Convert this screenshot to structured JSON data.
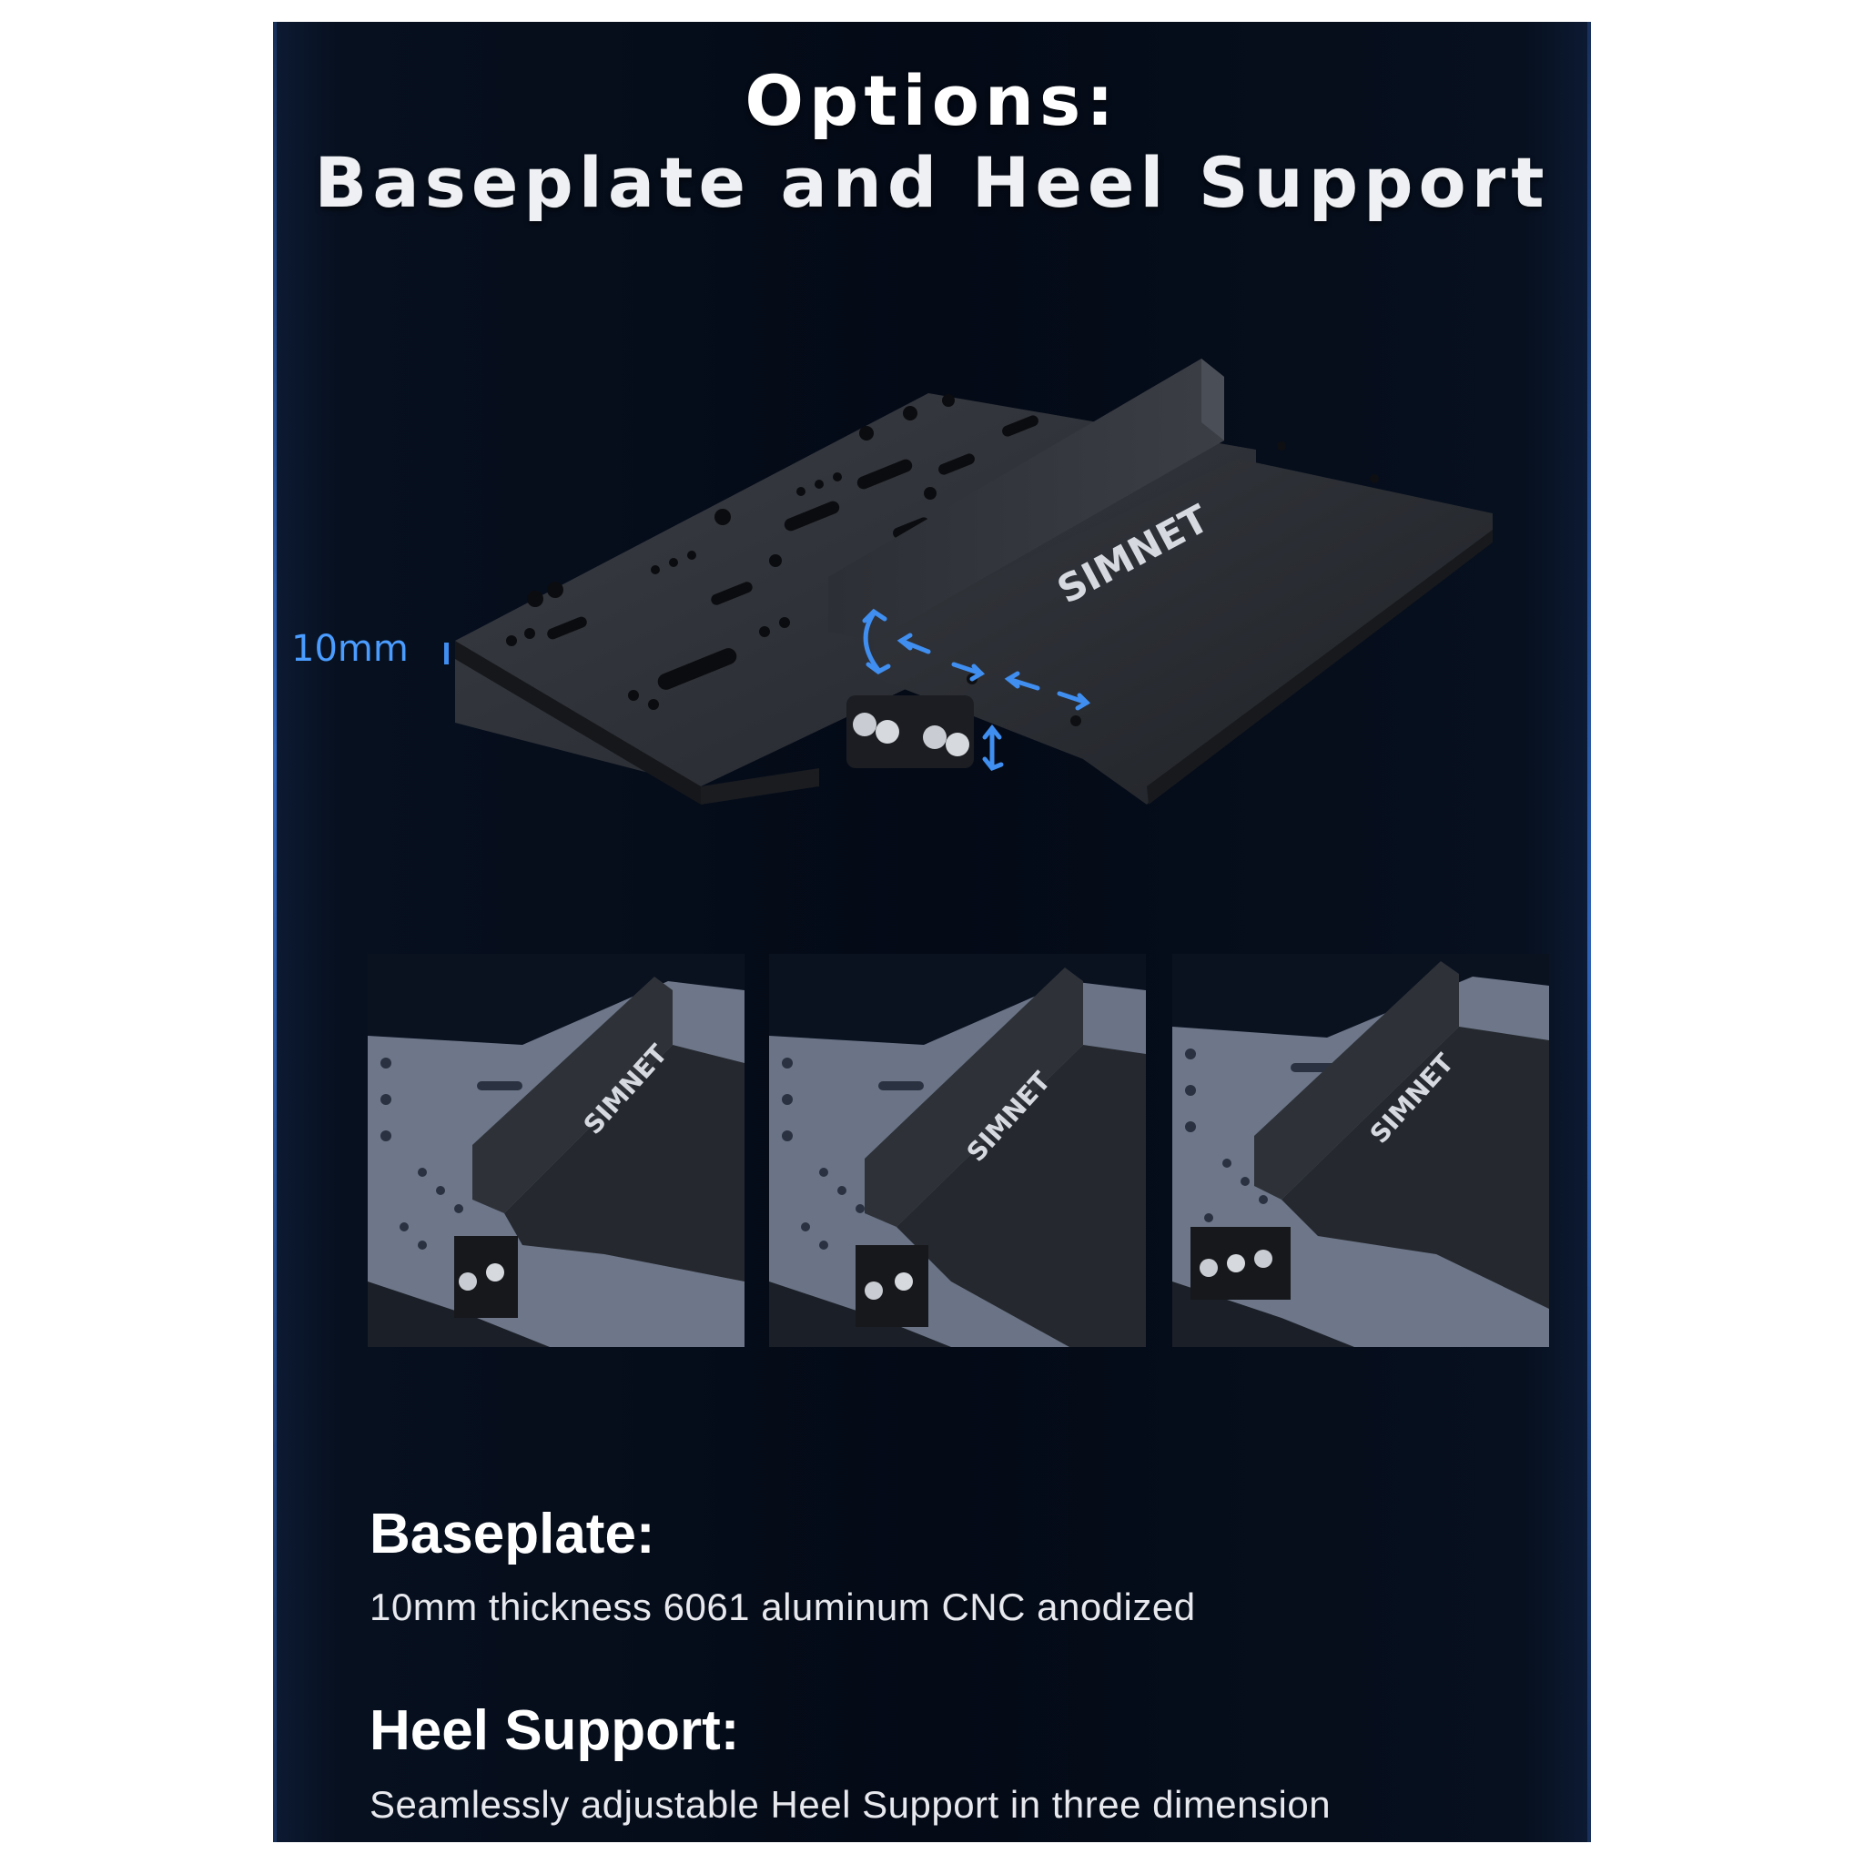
{
  "title": {
    "line1": "Options:",
    "line2": "Baseplate and Heel Support"
  },
  "hero": {
    "thickness_label": "10mm",
    "brand_text": "SIMNET"
  },
  "thumbnails": [
    {
      "brand_text": "SIMNET"
    },
    {
      "brand_text": "SIMNET"
    },
    {
      "brand_text": "SIMNET"
    }
  ],
  "specs": {
    "baseplate": {
      "heading": "Baseplate:",
      "text": "10mm thickness 6061 aluminum CNC anodized"
    },
    "heel_support": {
      "heading": "Heel Support:",
      "text": "Seamlessly adjustable Heel Support in three dimension"
    }
  },
  "colors": {
    "background": "#050b17",
    "accent_blue": "#3f8ef0",
    "metal_dark": "#2a2d33",
    "metal_light": "#6d7789"
  }
}
